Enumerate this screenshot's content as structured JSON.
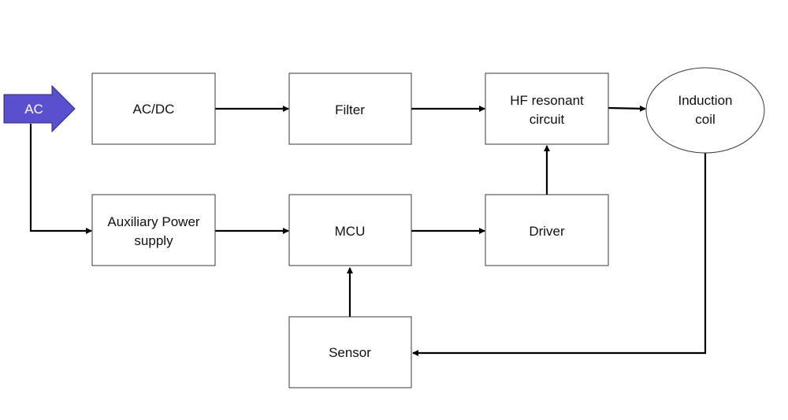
{
  "diagram": {
    "source": {
      "label": "AC",
      "fill": "#5a4fcf",
      "stroke": "#2e2a7a",
      "text_color": "#ffffff"
    },
    "blocks": {
      "acdc": {
        "label": "AC/DC"
      },
      "filter": {
        "label": "Filter"
      },
      "hf": {
        "line1": "HF resonant",
        "line2": "circuit"
      },
      "coil": {
        "line1": "Induction",
        "line2": "coil"
      },
      "aux": {
        "line1": "Auxiliary Power",
        "line2": "supply"
      },
      "mcu": {
        "label": "MCU"
      },
      "driver": {
        "label": "Driver"
      },
      "sensor": {
        "label": "Sensor"
      }
    }
  }
}
